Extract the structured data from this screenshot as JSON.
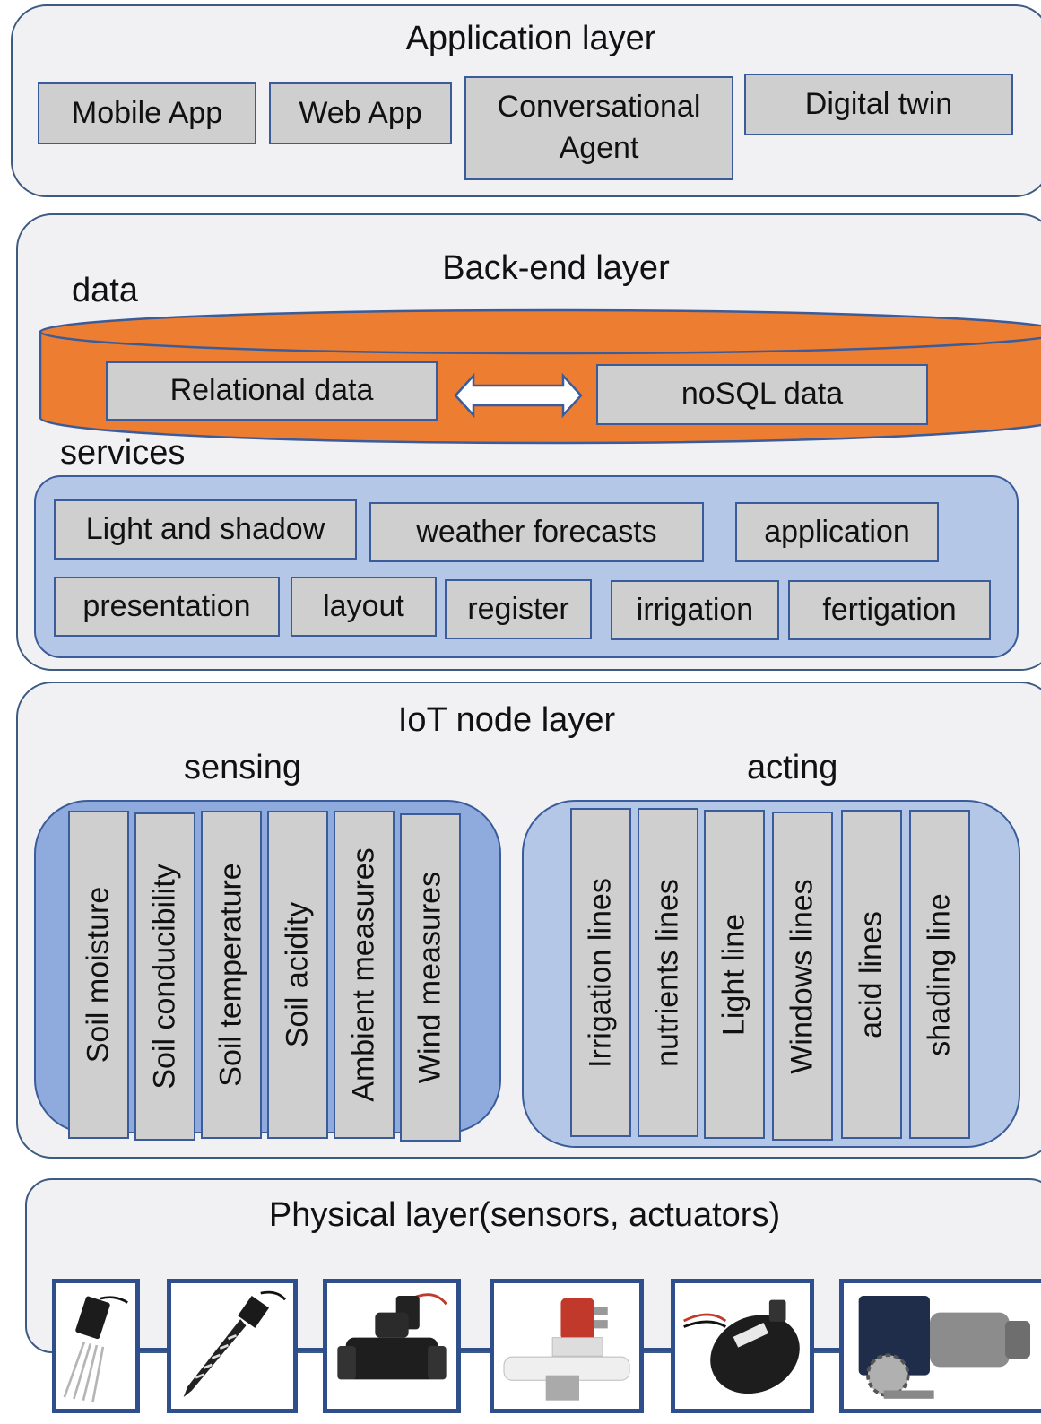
{
  "application_layer": {
    "title": "Application layer",
    "items": [
      "Mobile App",
      "Web App",
      "Conversational Agent",
      "Digital twin"
    ]
  },
  "backend_layer": {
    "title": "Back-end layer",
    "data_label": "data",
    "relational": "Relational data",
    "nosql": "noSQL data",
    "services_label": "services",
    "services_row1": [
      "Light and shadow",
      "weather forecasts",
      "application"
    ],
    "services_row2": [
      "presentation",
      "layout",
      "register",
      "irrigation",
      "fertigation"
    ]
  },
  "iot_layer": {
    "title": "IoT node layer",
    "sensing_label": "sensing",
    "acting_label": "acting",
    "sensing": [
      "Soil moisture",
      "Soil conducibility",
      "Soil temperature",
      "Soil acidity",
      "Ambient measures",
      "Wind measures"
    ],
    "acting": [
      "Irrigation lines",
      "nutrients lines",
      "Light line",
      "Windows lines",
      "acid lines",
      "shading line"
    ]
  },
  "physical_layer": {
    "title": "Physical layer(sensors, actuators)",
    "devices": [
      "soil-probe-icon",
      "soil-sensor-stick-icon",
      "irrigation-valve-icon",
      "solenoid-valve-icon",
      "pump-icon",
      "gear-motor-icon"
    ]
  },
  "colors": {
    "layer_fill": "#f1f1f4",
    "box_fill": "#d0cfcf",
    "box_border": "#3a5c9a",
    "data_cylinder": "#ed7d31",
    "services_fill": "#b4c7e7",
    "sensing_fill": "#8faadc"
  }
}
